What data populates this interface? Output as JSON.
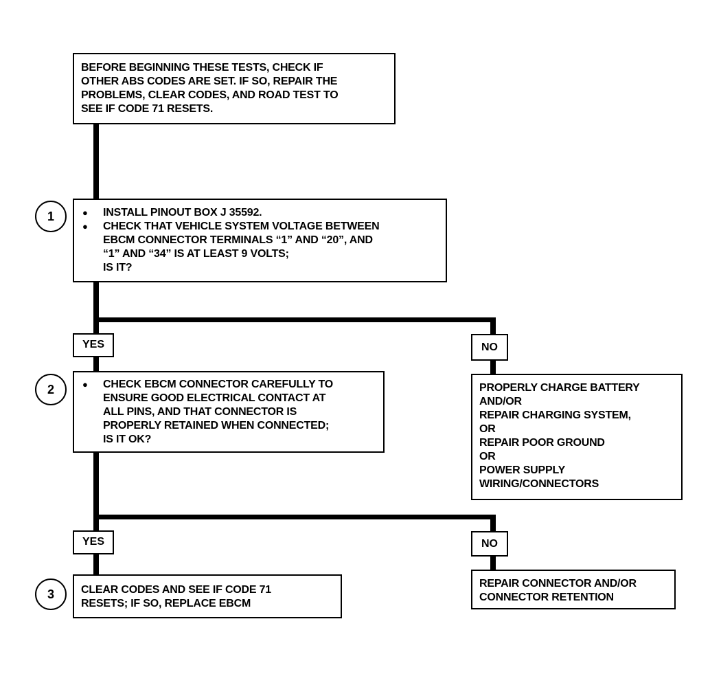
{
  "intro": {
    "lines": [
      "BEFORE BEGINNING THESE TESTS, CHECK IF",
      "OTHER ABS CODES ARE SET.  IF SO, REPAIR THE",
      "PROBLEMS, CLEAR CODES, AND ROAD TEST TO",
      "SEE IF CODE 71 RESETS."
    ]
  },
  "step1": {
    "number": "1",
    "bullet1": "INSTALL PINOUT BOX J 35592.",
    "bullet2_lines": [
      "CHECK THAT VEHICLE SYSTEM VOLTAGE BETWEEN",
      "EBCM CONNECTOR TERMINALS “1” AND “20”, AND",
      "“1” AND “34” IS AT LEAST 9 VOLTS;",
      "IS IT?"
    ],
    "yes_label": "YES",
    "no_label": "NO"
  },
  "step1_no_action": {
    "lines": [
      "PROPERLY CHARGE BATTERY",
      "AND/OR",
      "REPAIR CHARGING SYSTEM,",
      "OR",
      "REPAIR POOR GROUND",
      "OR",
      "POWER SUPPLY",
      "WIRING/CONNECTORS"
    ]
  },
  "step2": {
    "number": "2",
    "bullet_lines": [
      "CHECK EBCM CONNECTOR CAREFULLY TO",
      "ENSURE GOOD ELECTRICAL CONTACT AT",
      "ALL PINS, AND THAT CONNECTOR IS",
      "PROPERLY RETAINED WHEN CONNECTED;",
      "IS IT OK?"
    ],
    "yes_label": "YES",
    "no_label": "NO"
  },
  "step2_no_action": {
    "lines": [
      "REPAIR CONNECTOR AND/OR",
      "CONNECTOR RETENTION"
    ]
  },
  "step3": {
    "number": "3",
    "lines": [
      "CLEAR CODES AND SEE IF CODE 71",
      "RESETS; IF SO, REPLACE EBCM"
    ]
  },
  "colors": {
    "ink": "#000000",
    "paper": "#ffffff"
  }
}
